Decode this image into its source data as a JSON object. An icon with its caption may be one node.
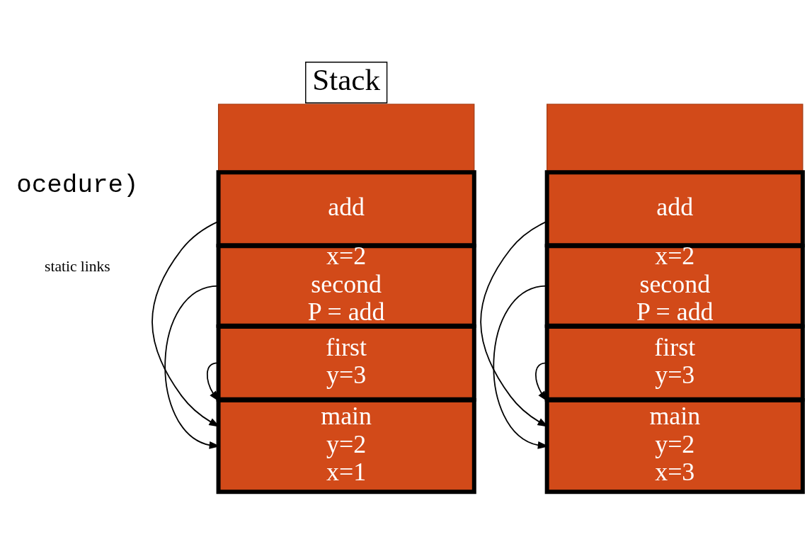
{
  "diagram": {
    "nodes": [
      {
        "text": [
          "Stack"
        ]
      },
      {
        "text": [],
        "shape": "box"
      },
      {
        "text": [
          "add"
        ]
      },
      {
        "text": [
          "x=2",
          "second",
          "P = add"
        ]
      },
      {
        "text": [
          "first",
          "y=3"
        ]
      },
      {
        "text": [
          "main",
          "y=2",
          "x=1"
        ]
      },
      {
        "text": [],
        "shape": "box"
      },
      {
        "text": [
          "add"
        ]
      },
      {
        "text": [
          "x=2",
          "second",
          "P = add"
        ]
      },
      {
        "text": [
          "first",
          "y=3"
        ]
      },
      {
        "text": [
          "main",
          "y=2",
          "x=3"
        ]
      }
    ],
    "edges": [
      {
        "from": 2,
        "to": 5,
        "arrow": "to"
      },
      {
        "from": 3,
        "to": 5,
        "arrow": "to"
      },
      {
        "from": 4,
        "to": 5,
        "arrow": "to"
      },
      {
        "from": 7,
        "to": 10,
        "arrow": "to"
      },
      {
        "from": 8,
        "to": 10,
        "arrow": "to"
      },
      {
        "from": 9,
        "to": 10,
        "arrow": "to"
      }
    ],
    "labels": [
      "ocedure)",
      "static links"
    ]
  }
}
